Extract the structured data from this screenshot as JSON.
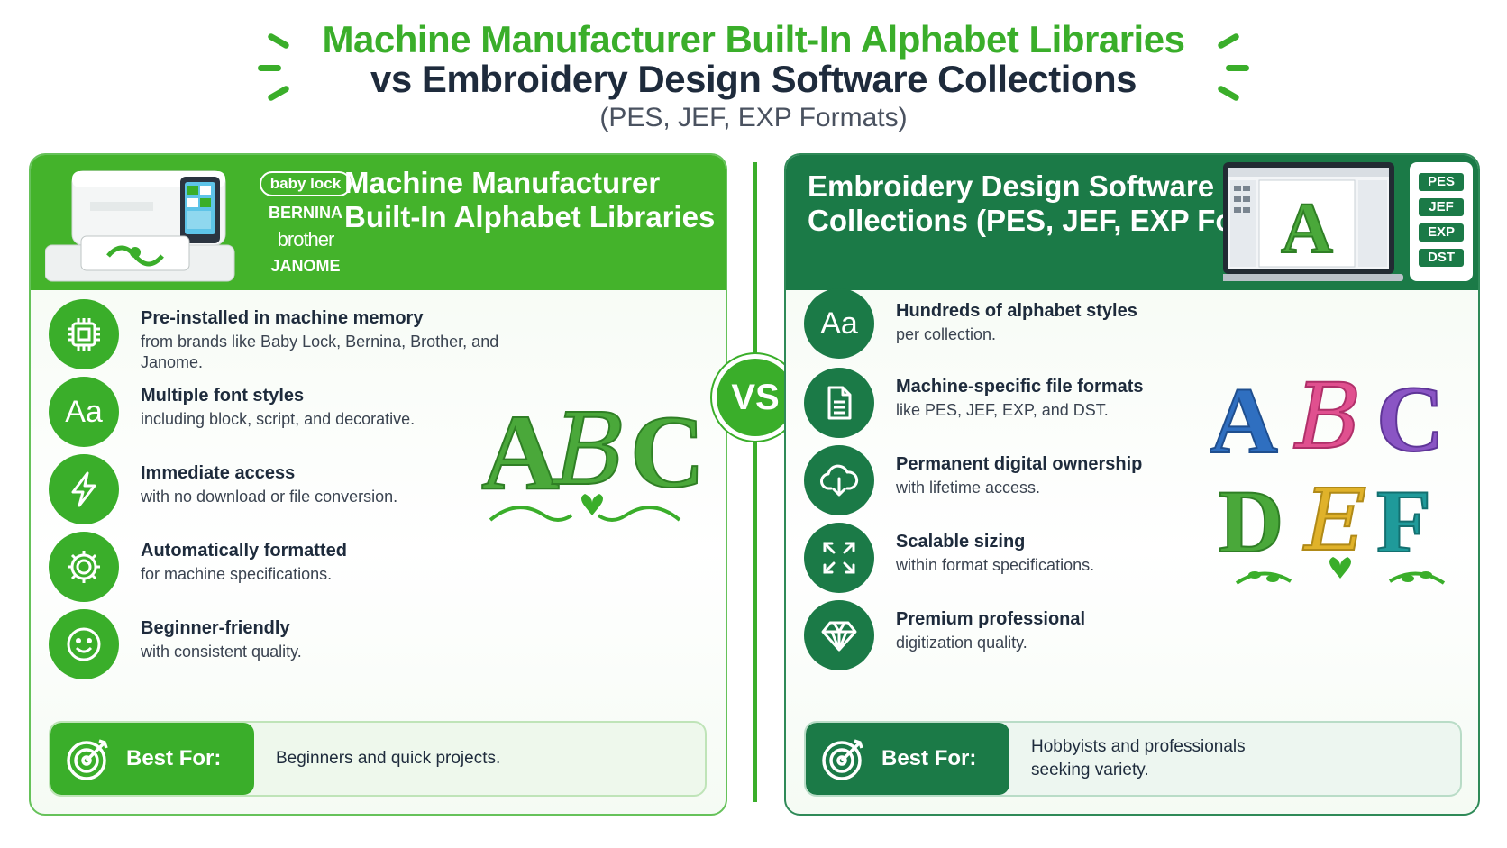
{
  "header": {
    "title_line1": "Machine Manufacturer Built-In Alphabet Libraries",
    "title_line2": "vs Embroidery Design Software Collections",
    "subtitle": "(PES, JEF, EXP Formats)"
  },
  "vs_label": "VS",
  "left": {
    "title_line1": "Machine Manufacturer",
    "title_line2": "Built-In Alphabet Libraries",
    "brands": [
      "baby lock",
      "BERNINA",
      "brother",
      "JANOME"
    ],
    "features": [
      {
        "icon": "chip-icon",
        "title": "Pre-installed in machine memory",
        "desc": "from brands like Baby Lock, Bernina, Brother, and Janome."
      },
      {
        "icon": "font-aa-icon",
        "icon_text": "Aa",
        "title": "Multiple font styles",
        "desc": "including block, script, and decorative."
      },
      {
        "icon": "lightning-icon",
        "title": "Immediate access",
        "desc": "with no download or file conversion."
      },
      {
        "icon": "gear-icon",
        "title": "Automatically formatted",
        "desc": "for machine specifications."
      },
      {
        "icon": "smiley-icon",
        "title": "Beginner-friendly",
        "desc": "with consistent quality."
      }
    ],
    "decor_letters": [
      "A",
      "B",
      "C"
    ],
    "best_for_label": "Best For:",
    "best_for_text": "Beginners and quick projects."
  },
  "right": {
    "title_line1": "Embroidery Design Software",
    "title_line2": "Collections (PES, JEF, EXP Formats)",
    "formats": [
      "PES",
      "JEF",
      "EXP",
      "DST"
    ],
    "screen_letter": "A",
    "features": [
      {
        "icon": "font-aa-icon",
        "icon_text": "Aa",
        "title": "Hundreds of alphabet styles",
        "desc": "per collection."
      },
      {
        "icon": "file-icon",
        "title": "Machine-specific file formats",
        "desc": "like PES, JEF, EXP, and DST."
      },
      {
        "icon": "cloud-download-icon",
        "title": "Permanent digital ownership",
        "desc": "with lifetime access."
      },
      {
        "icon": "expand-icon",
        "title": "Scalable sizing",
        "desc": "within format specifications."
      },
      {
        "icon": "diamond-icon",
        "title": "Premium professional",
        "desc": "digitization quality."
      }
    ],
    "decor_letters": [
      "A",
      "B",
      "C",
      "D",
      "E",
      "F"
    ],
    "best_for_label": "Best For:",
    "best_for_text": "Hobbyists and professionals seeking variety."
  },
  "colors": {
    "brand_green": "#3aae2a",
    "dark_green": "#1b7a47",
    "navy": "#1e2b3c",
    "letter_blue": "#2f6fc0",
    "letter_pink": "#e0508f",
    "letter_purple": "#8a55c4",
    "letter_green": "#4aa83a",
    "letter_gold": "#e0b22a",
    "letter_teal": "#1f9a9a"
  }
}
